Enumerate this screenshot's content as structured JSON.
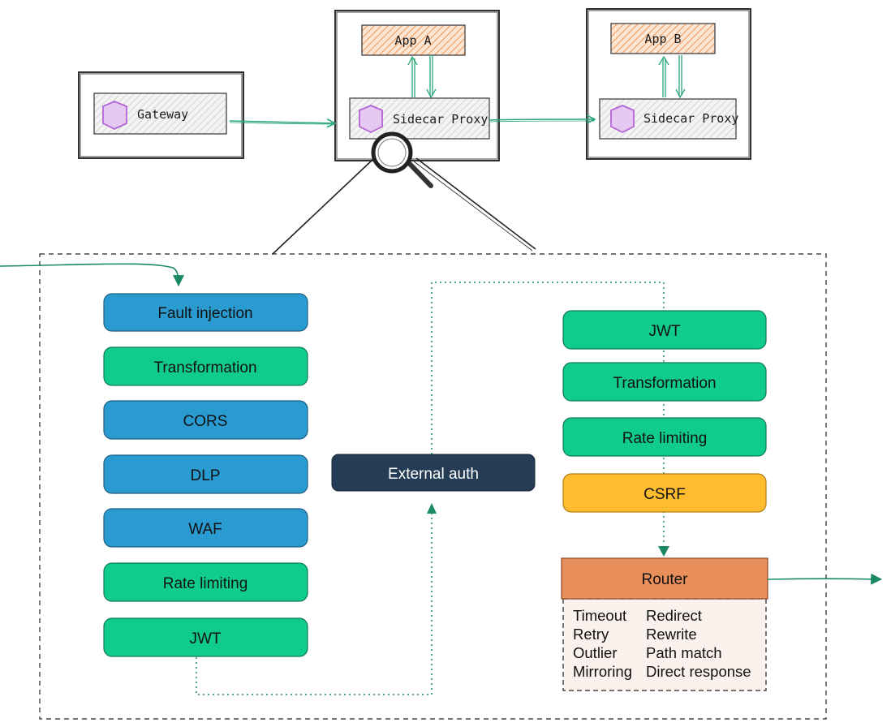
{
  "colors": {
    "blue": "#2a9bd0",
    "green": "#10cc8c",
    "dark": "#243c55",
    "orange": "#ffbc2e",
    "router": "#e98f5c",
    "router_detail_bg": "#fbf1ed",
    "app_fill": "#f6b98a",
    "hexagon": "#b265d6",
    "arrow": "#1a8a63",
    "sketch_line": "#2aa577"
  },
  "top": {
    "gateway": {
      "label": "Gateway",
      "icon": "hexagon-icon"
    },
    "pod_a": {
      "app_label": "App A",
      "proxy_label": "Sidecar Proxy",
      "icon": "hexagon-icon"
    },
    "pod_b": {
      "app_label": "App B",
      "proxy_label": "Sidecar Proxy",
      "icon": "hexagon-icon"
    },
    "magnifier_icon": "magnifier-icon"
  },
  "filter_chain": {
    "left": [
      {
        "label": "Fault injection",
        "color": "blue"
      },
      {
        "label": "Transformation",
        "color": "green"
      },
      {
        "label": "CORS",
        "color": "blue"
      },
      {
        "label": "DLP",
        "color": "blue"
      },
      {
        "label": "WAF",
        "color": "blue"
      },
      {
        "label": "Rate limiting",
        "color": "green"
      },
      {
        "label": "JWT",
        "color": "green"
      }
    ],
    "middle": {
      "label": "External auth",
      "color": "dark"
    },
    "right": [
      {
        "label": "JWT",
        "color": "green"
      },
      {
        "label": "Transformation",
        "color": "green"
      },
      {
        "label": "Rate limiting",
        "color": "green"
      },
      {
        "label": "CSRF",
        "color": "orange"
      }
    ],
    "router": {
      "label": "Router",
      "features_col1": [
        "Timeout",
        "Retry",
        "Outlier",
        "Mirroring"
      ],
      "features_col2": [
        "Redirect",
        "Rewrite",
        "Path match",
        "Direct response"
      ]
    }
  }
}
